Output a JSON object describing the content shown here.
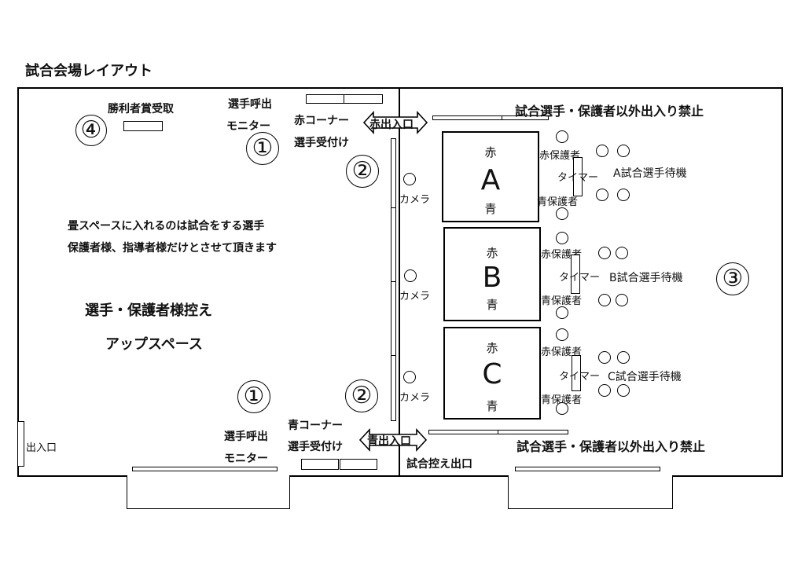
{
  "title": "試合会場レイアウト",
  "numbers": {
    "one": "①",
    "two": "②",
    "three": "③",
    "four": "④"
  },
  "left": {
    "winner_receiving": "勝利者賞受取",
    "player_call": "選手呼出",
    "monitor": "モニター",
    "red_corner": "赤コーナー",
    "player_reception": "選手受付け",
    "notice_line1": "畳スペースに入れるのは試合をする選手",
    "notice_line2": "保護者様、指導者様だけとさせて頂きます",
    "waiting_line1": "選手・保護者様控え",
    "waiting_line2": "アップスペース",
    "blue_corner": "青コーナー",
    "entrance": "出入口"
  },
  "doors": {
    "red_entrance": "赤出入口",
    "blue_entrance": "青出入口",
    "match_exit": "試合控え出口"
  },
  "right": {
    "no_entry": "試合選手・保護者以外出入り禁止",
    "camera": "カメラ",
    "timer": "タイマー",
    "red": "赤",
    "blue": "青",
    "red_guardian": "赤保護者",
    "blue_guardian": "青保護者",
    "mats": [
      {
        "letter": "A",
        "waiting": "A試合選手待機"
      },
      {
        "letter": "B",
        "waiting": "B試合選手待機"
      },
      {
        "letter": "C",
        "waiting": "C試合選手待機"
      }
    ]
  }
}
